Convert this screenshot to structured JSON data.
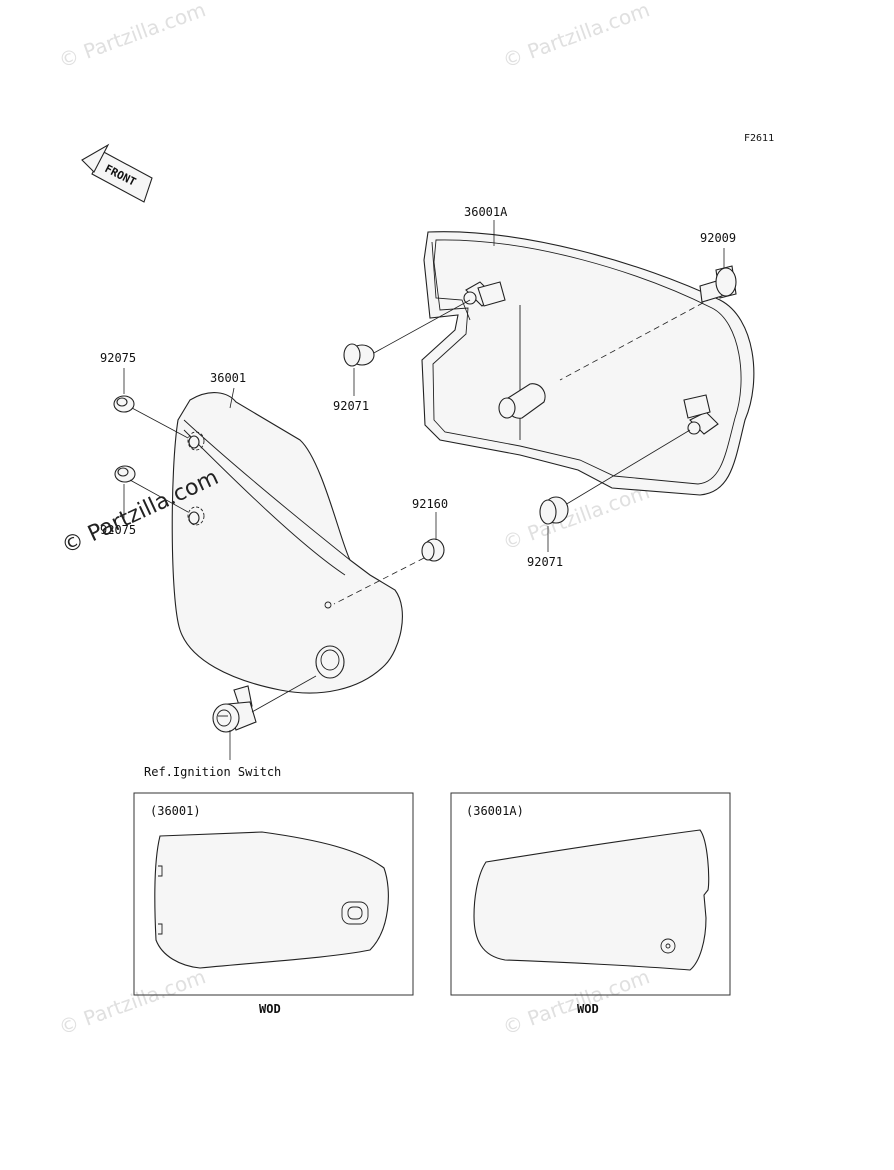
{
  "watermarks": {
    "text": "© Partzilla.com",
    "overlay_text": "© Partzilla.com"
  },
  "diagram": {
    "figure_code": "F2611",
    "front_label": "FRONT",
    "parts": {
      "p36001A": "36001A",
      "p92009": "92009",
      "p92075_top": "92075",
      "p36001": "36001",
      "p92071_left": "92071",
      "p92071_bottom": "92071",
      "p92075_mid": "92075",
      "p92160": "92160"
    },
    "ref_note": "Ref.Ignition Switch"
  },
  "insets": [
    {
      "title": "(36001)",
      "caption": "WOD"
    },
    {
      "title": "(36001A)",
      "caption": "WOD"
    }
  ]
}
